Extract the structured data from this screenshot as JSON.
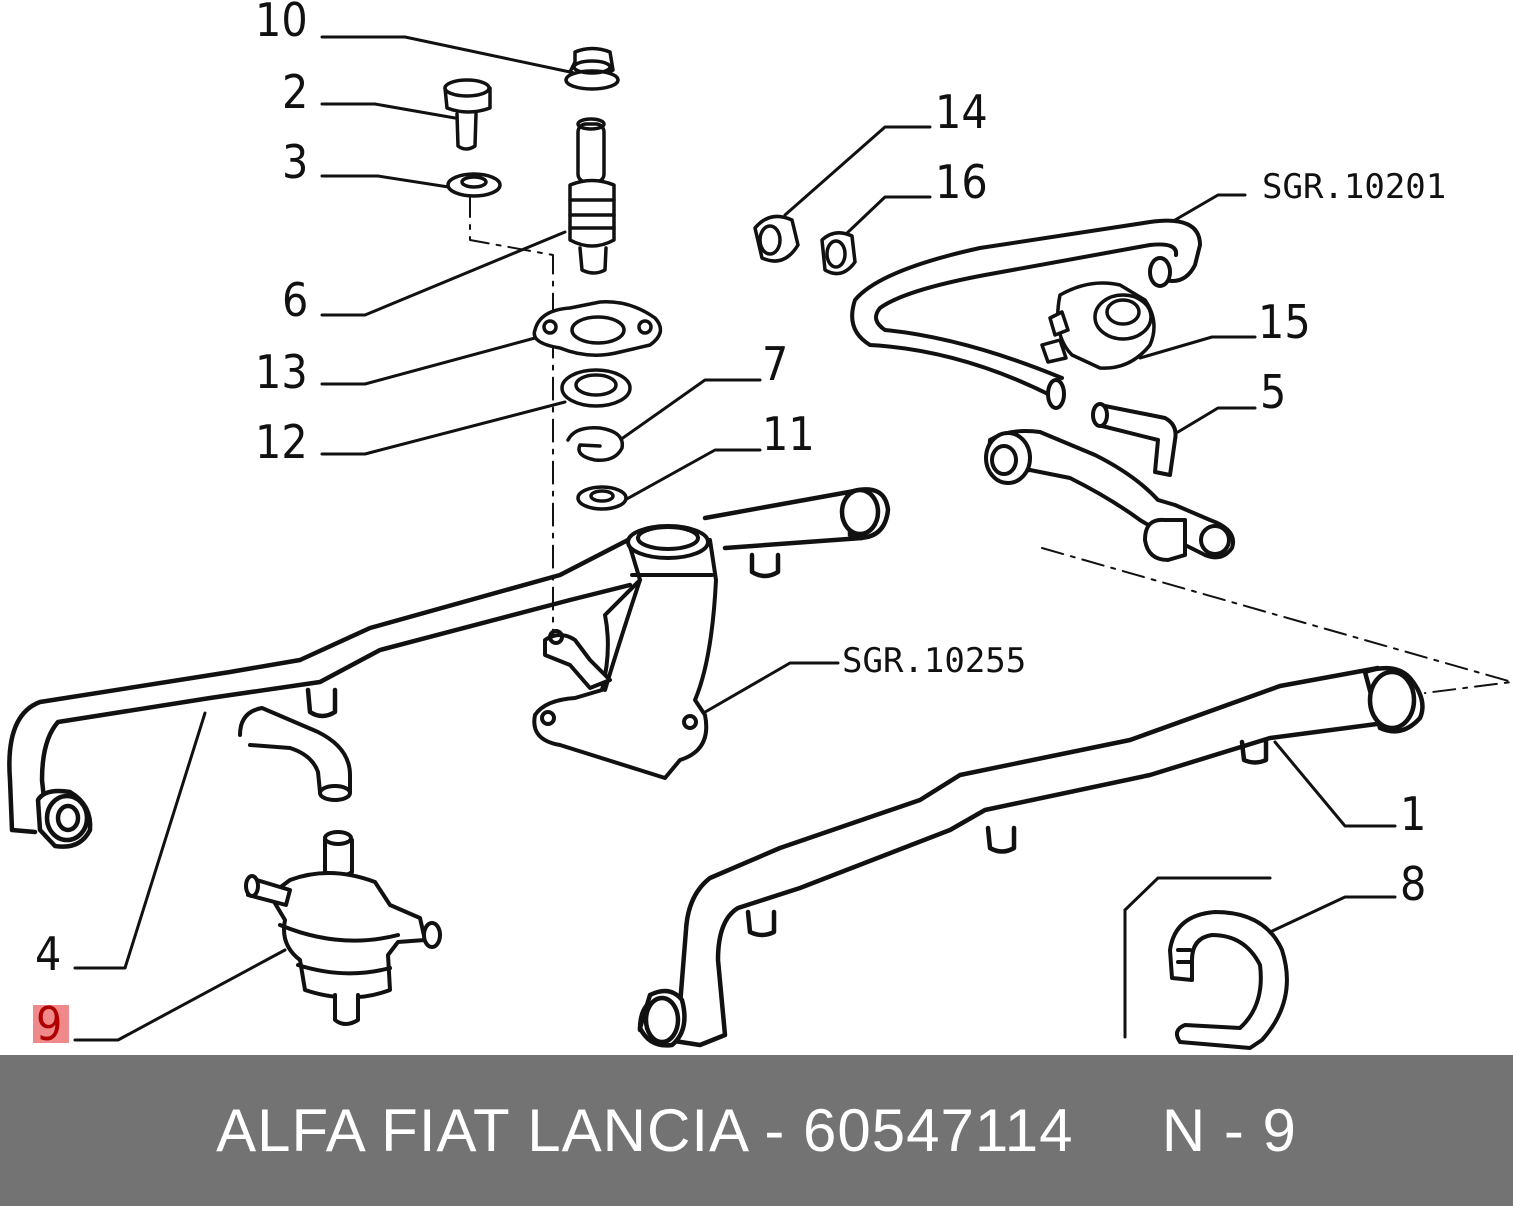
{
  "diagram": {
    "callouts": {
      "c10": "10",
      "c2": "2",
      "c3": "3",
      "c6": "6",
      "c13": "13",
      "c12": "12",
      "c7": "7",
      "c11": "11",
      "c14": "14",
      "c16": "16",
      "c15": "15",
      "c5": "5",
      "c1": "1",
      "c8": "8",
      "c4": "4",
      "c9": "9"
    },
    "refs": {
      "sgr_top": "SGR.10201",
      "sgr_mid": "SGR.10255"
    },
    "highlighted_callout": "9",
    "colors": {
      "line": "#111111",
      "highlight": "#f08a8a"
    }
  },
  "footer": {
    "part_text": "ALFA FIAT LANCIA - 60547114",
    "ref_text": "N - 9",
    "background": "#737373"
  }
}
